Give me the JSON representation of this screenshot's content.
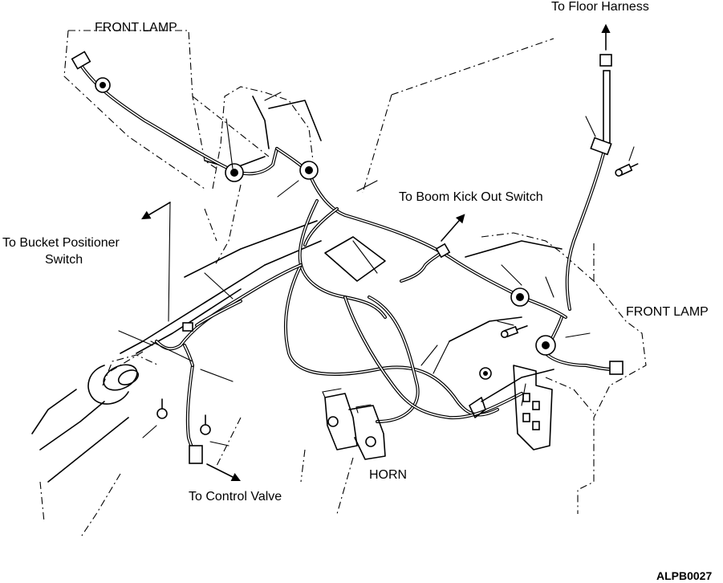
{
  "labels": {
    "front_lamp_left": "FRONT LAMP",
    "to_floor_harness": "To Floor Harness",
    "to_boom_kick_out_switch": "To Boom Kick Out Switch",
    "to_bucket_positioner_line1": "To Bucket Positioner",
    "to_bucket_positioner_line2": "Switch",
    "front_lamp_right": "FRONT LAMP",
    "horn": "HORN",
    "to_control_valve": "To Control Valve",
    "figure_code": "ALPB0027"
  }
}
